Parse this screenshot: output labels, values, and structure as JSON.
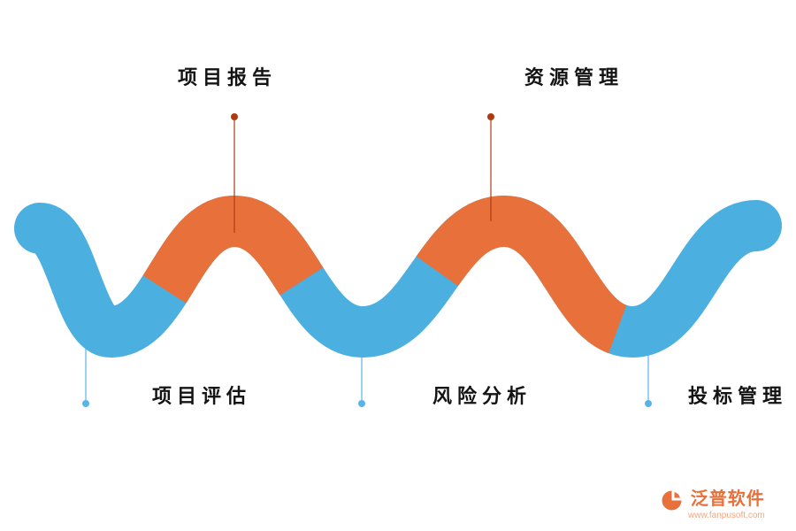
{
  "diagram": {
    "title_hint": "process wave diagram",
    "top_labels": [
      "项目报告",
      "资源管理"
    ],
    "bottom_labels": [
      "项目评估",
      "风险分析",
      "投标管理"
    ]
  },
  "colors": {
    "wave_blue": "#4BAFE0",
    "wave_orange": "#E8703A",
    "top_connector": "#AE3B10",
    "bottom_connector": "#56B5E6",
    "label_text": "#141414"
  },
  "logo": {
    "name": "泛普软件",
    "url": "www.fanpusoft.com"
  }
}
